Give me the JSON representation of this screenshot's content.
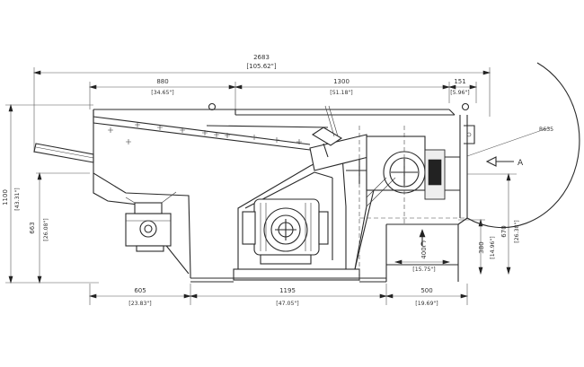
{
  "dimensions": {
    "overall_length": {
      "mm": "2683",
      "in": "[105.62\"]"
    },
    "top_left": {
      "mm": "880",
      "in": "[34.65\"]"
    },
    "top_middle": {
      "mm": "1300",
      "in": "[51.18\"]"
    },
    "top_right": {
      "mm": "151",
      "in": "[5.96\"]"
    },
    "bottom_left": {
      "mm": "605",
      "in": "[23.83\"]"
    },
    "bottom_middle": {
      "mm": "1195",
      "in": "[47.05\"]"
    },
    "bottom_right": {
      "mm": "500",
      "in": "[19.69\"]"
    },
    "overall_height": {
      "mm": "1100",
      "in": "[43.31\"]"
    },
    "left_height": {
      "mm": "663",
      "in": "[26.08\"]"
    },
    "right_height": {
      "mm": "670",
      "in": "[26.38\"]"
    },
    "opening_height": {
      "mm": "380",
      "in": "[14.96\"]"
    },
    "opening_width": {
      "mm": "400",
      "in": "[15.75\"]"
    },
    "radius": "R635"
  },
  "section_markers": {
    "a": "A",
    "c": "C"
  }
}
